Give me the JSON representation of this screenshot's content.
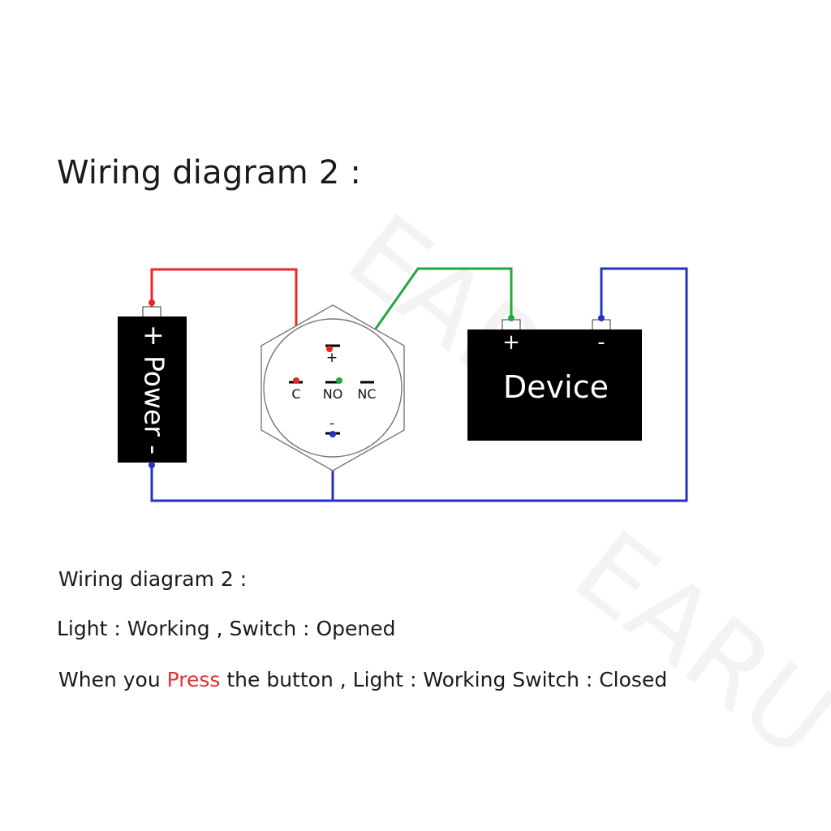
{
  "title": "Wiring diagram 2 :",
  "diagram": {
    "power": {
      "label": "+ Power -"
    },
    "switch": {
      "terminal_c": "C",
      "terminal_no": "NO",
      "terminal_nc": "NC",
      "plus": "+",
      "minus": "-"
    },
    "device": {
      "label": "Device",
      "plus": "+",
      "minus": "-"
    },
    "colors": {
      "positive_wire": "#e8262a",
      "signal_wire": "#22a83a",
      "negative_wire": "#2432c8",
      "component_fill": "#000000"
    }
  },
  "caption": {
    "heading": "Wiring diagram 2 :",
    "state_line": "Light : Working , Switch : Opened",
    "press_prefix": "When you ",
    "press_word": "Press",
    "press_suffix": " the button , Light : Working Switch : Closed"
  },
  "watermark": {
    "text": "EARU"
  }
}
